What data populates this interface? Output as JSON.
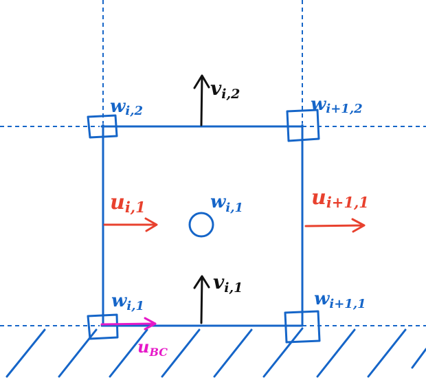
{
  "colors": {
    "grid": "#1565c8",
    "velocity_v": "#111111",
    "velocity_u": "#e8412e",
    "boundary_velocity": "#e619c8",
    "vorticity": "#1565c8"
  },
  "labels": {
    "w_i_2": {
      "main": "w",
      "sub": "i,2"
    },
    "w_i1_2": {
      "main": "w",
      "sub": "i+1,2"
    },
    "v_i_2": {
      "main": "v",
      "sub": "i,2"
    },
    "u_i_1": {
      "main": "u",
      "sub": "i,1"
    },
    "u_i1_1": {
      "main": "u",
      "sub": "i+1,1"
    },
    "w_center": {
      "main": "w",
      "sub": "i,1"
    },
    "v_i_1": {
      "main": "v",
      "sub": "i,1"
    },
    "w_i_1": {
      "main": "w",
      "sub": "i,1"
    },
    "w_i1_1": {
      "main": "w",
      "sub": "i+1,1"
    },
    "u_bc": {
      "main": "u",
      "sub": "BC"
    }
  }
}
